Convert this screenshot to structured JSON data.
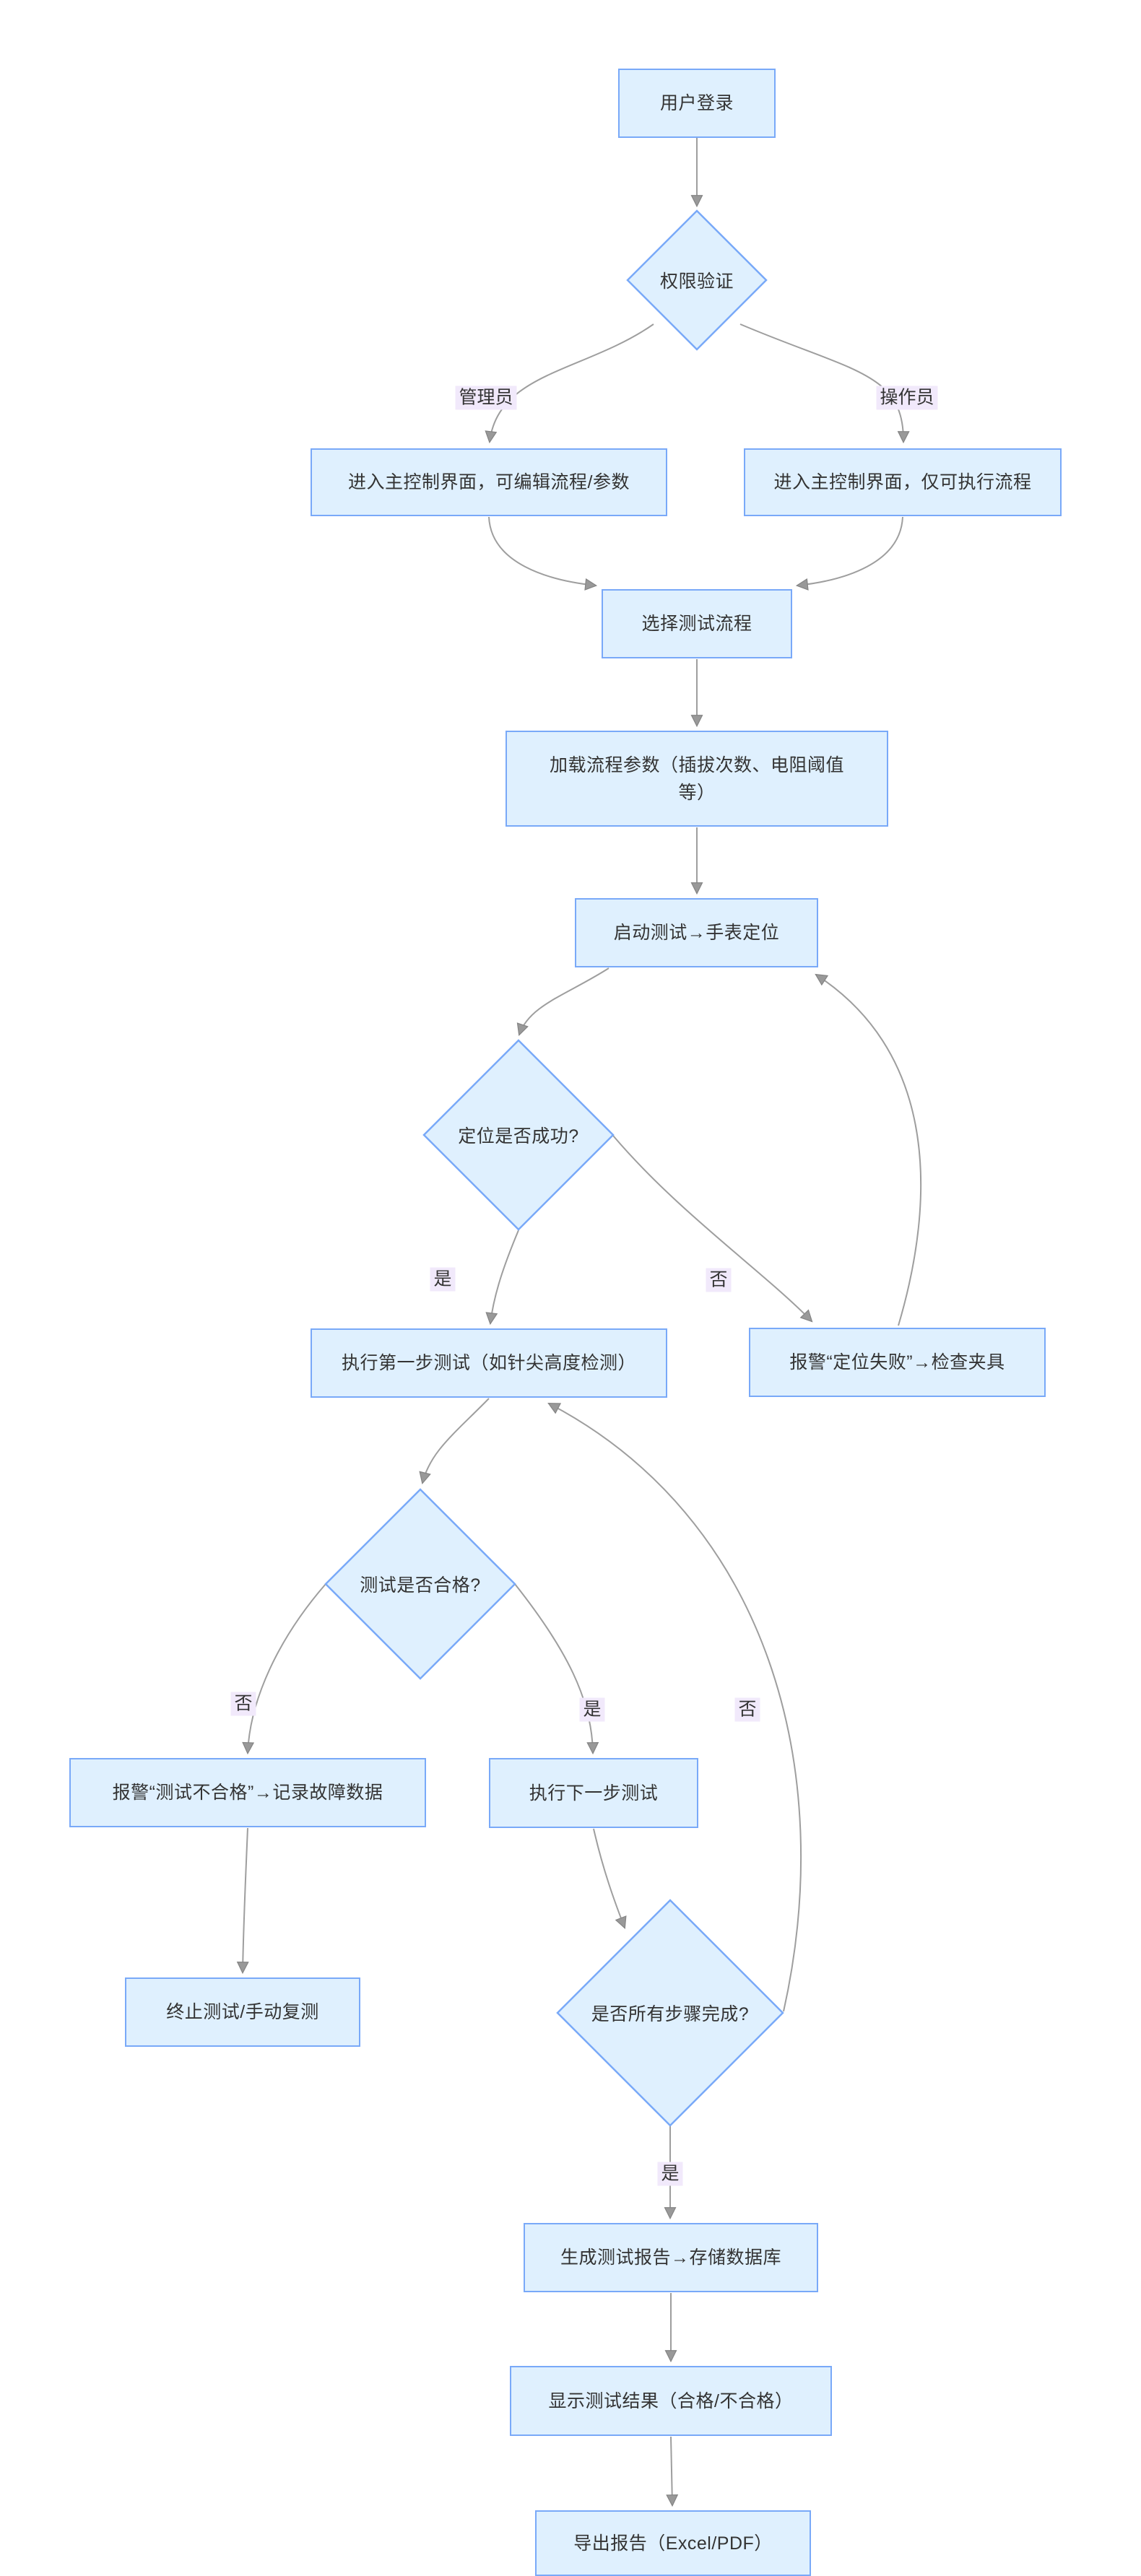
{
  "diagram": {
    "type": "flowchart",
    "direction": "top-down",
    "nodes": {
      "login": {
        "shape": "rect",
        "label": "用户登录"
      },
      "auth": {
        "shape": "diamond",
        "label": "权限验证"
      },
      "admin_panel": {
        "shape": "rect",
        "label": "进入主控制界面，可编辑流程/参数"
      },
      "oper_panel": {
        "shape": "rect",
        "label": "进入主控制界面，仅可执行流程"
      },
      "select_flow": {
        "shape": "rect",
        "label": "选择测试流程"
      },
      "load_params": {
        "shape": "rect",
        "label": "加载流程参数（插拔次数、电阻阈值等）"
      },
      "start_test": {
        "shape": "rect",
        "label": "启动测试→手表定位"
      },
      "locate_ok": {
        "shape": "diamond",
        "label": "定位是否成功?"
      },
      "first_step": {
        "shape": "rect",
        "label": "执行第一步测试（如针尖高度检测）"
      },
      "locate_fail": {
        "shape": "rect",
        "label": "报警“定位失败”→检查夹具"
      },
      "test_pass": {
        "shape": "diamond",
        "label": "测试是否合格?"
      },
      "test_fail": {
        "shape": "rect",
        "label": "报警“测试不合格”→记录故障数据"
      },
      "next_step": {
        "shape": "rect",
        "label": "执行下一步测试"
      },
      "abort": {
        "shape": "rect",
        "label": "终止测试/手动复测"
      },
      "all_done": {
        "shape": "diamond",
        "label": "是否所有步骤完成?"
      },
      "gen_report": {
        "shape": "rect",
        "label": "生成测试报告→存储数据库"
      },
      "show_result": {
        "shape": "rect",
        "label": "显示测试结果（合格/不合格）"
      },
      "export": {
        "shape": "rect",
        "label": "导出报告（Excel/PDF）"
      }
    },
    "edge_labels": {
      "admin": "管理员",
      "operator": "操作员",
      "locate_yes": "是",
      "locate_no": "否",
      "pass_no": "否",
      "pass_yes": "是",
      "done_no": "否",
      "done_yes": "是"
    },
    "edges": [
      {
        "from": "login",
        "to": "auth",
        "label": ""
      },
      {
        "from": "auth",
        "to": "admin_panel",
        "label": "管理员"
      },
      {
        "from": "auth",
        "to": "oper_panel",
        "label": "操作员"
      },
      {
        "from": "admin_panel",
        "to": "select_flow",
        "label": ""
      },
      {
        "from": "oper_panel",
        "to": "select_flow",
        "label": ""
      },
      {
        "from": "select_flow",
        "to": "load_params",
        "label": ""
      },
      {
        "from": "load_params",
        "to": "start_test",
        "label": ""
      },
      {
        "from": "start_test",
        "to": "locate_ok",
        "label": ""
      },
      {
        "from": "locate_ok",
        "to": "first_step",
        "label": "是"
      },
      {
        "from": "locate_ok",
        "to": "locate_fail",
        "label": "否"
      },
      {
        "from": "locate_fail",
        "to": "start_test",
        "label": ""
      },
      {
        "from": "first_step",
        "to": "test_pass",
        "label": ""
      },
      {
        "from": "test_pass",
        "to": "test_fail",
        "label": "否"
      },
      {
        "from": "test_pass",
        "to": "next_step",
        "label": "是"
      },
      {
        "from": "test_fail",
        "to": "abort",
        "label": ""
      },
      {
        "from": "next_step",
        "to": "all_done",
        "label": ""
      },
      {
        "from": "all_done",
        "to": "first_step",
        "label": "否"
      },
      {
        "from": "all_done",
        "to": "gen_report",
        "label": "是"
      },
      {
        "from": "gen_report",
        "to": "show_result",
        "label": ""
      },
      {
        "from": "show_result",
        "to": "export",
        "label": ""
      }
    ],
    "colors": {
      "node_fill": "#dff0fe",
      "node_border": "#79a9f8",
      "edge": "#9e9e9e",
      "arrowhead": "#999999",
      "label_bg": "#f1e9fb",
      "text": "#333333",
      "background": "#ffffff"
    }
  }
}
